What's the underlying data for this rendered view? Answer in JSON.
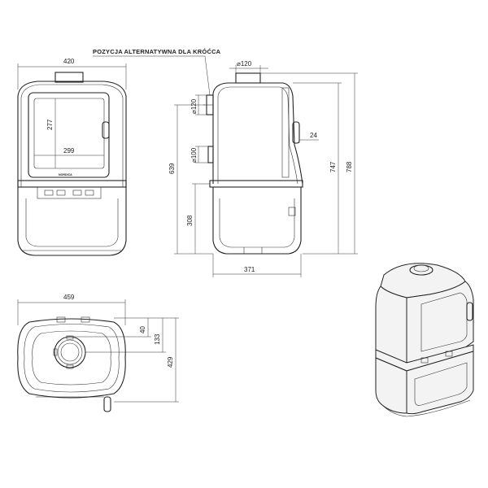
{
  "diagram": {
    "note_alt_outlet": "POZYCJA ALTERNATYWNA DLA KRÓĆCA",
    "brand_label": "NORDICA",
    "front_view": {
      "width": "420",
      "glass_height": "277",
      "glass_width": "299"
    },
    "side_view": {
      "outlet_diameter_top": "⌀120",
      "outlet_diameter_side": "⌀120",
      "air_inlet_diameter": "⌀100",
      "height_to_alt_outlet": "639",
      "total_height": "747",
      "total_height_with_outlet": "788",
      "base_height": "308",
      "depth": "371",
      "handle_protrusion": "24"
    },
    "top_view": {
      "width": "459",
      "outlet_to_back": "40",
      "outlet_center_to_back": "133",
      "depth": "429"
    }
  }
}
